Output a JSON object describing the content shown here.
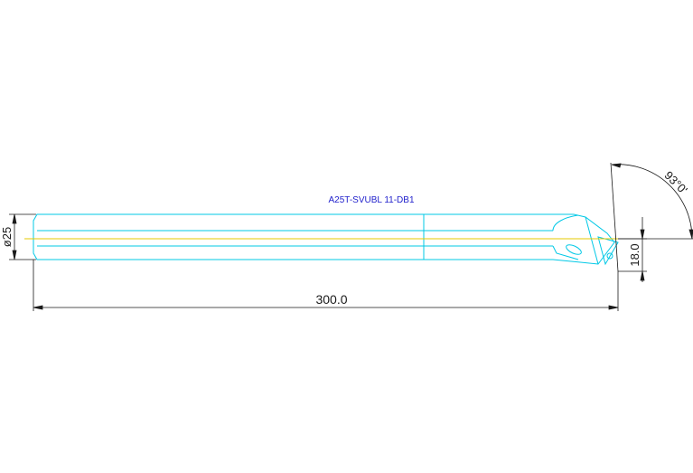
{
  "drawing": {
    "part_label": "A25T-SVUBL 11-DB1",
    "dimensions": {
      "length": "300.0",
      "diameter": "ø25",
      "offset": "18.0",
      "angle": "93°0'"
    },
    "colors": {
      "outline": "#00c8e6",
      "centerline": "#e6c800",
      "dimension": "#1a1a1a",
      "label": "#2222cc"
    }
  }
}
